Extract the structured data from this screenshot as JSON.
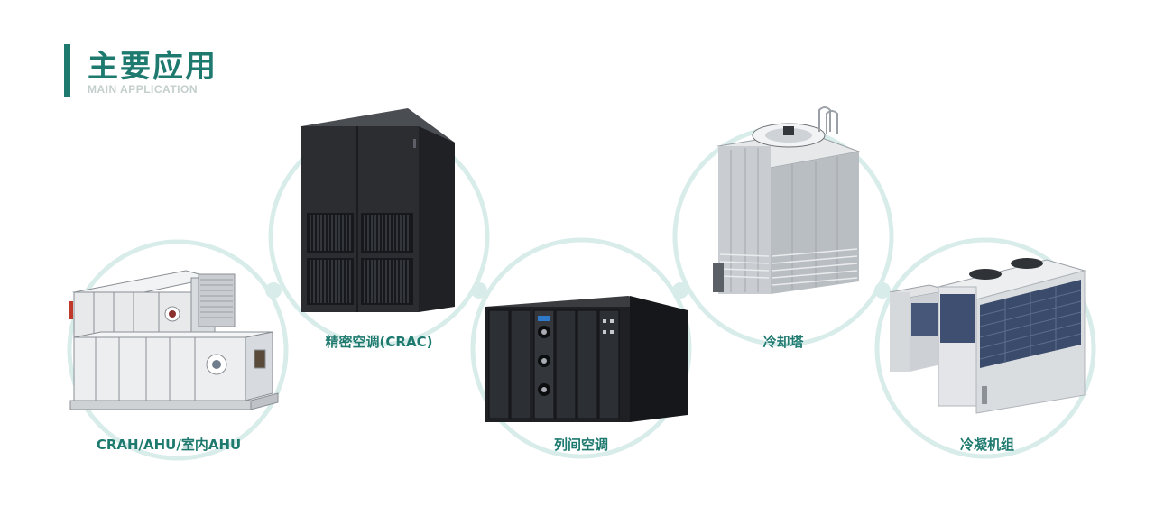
{
  "header": {
    "title": "主要应用",
    "subtitle": "MAIN APPLICATION"
  },
  "colors": {
    "accent": "#1e7a6f",
    "circle": "#d8ecea",
    "subtitle": "#c4cfcd"
  },
  "products": [
    {
      "label": "CRAH/AHU/室内AHU",
      "icon": "air-handling-unit"
    },
    {
      "label": "精密空调(CRAC)",
      "icon": "precision-air-conditioner"
    },
    {
      "label": "列间空调",
      "icon": "in-row-air-conditioner"
    },
    {
      "label": "冷却塔",
      "icon": "cooling-tower"
    },
    {
      "label": "冷凝机组",
      "icon": "condensing-unit"
    }
  ]
}
